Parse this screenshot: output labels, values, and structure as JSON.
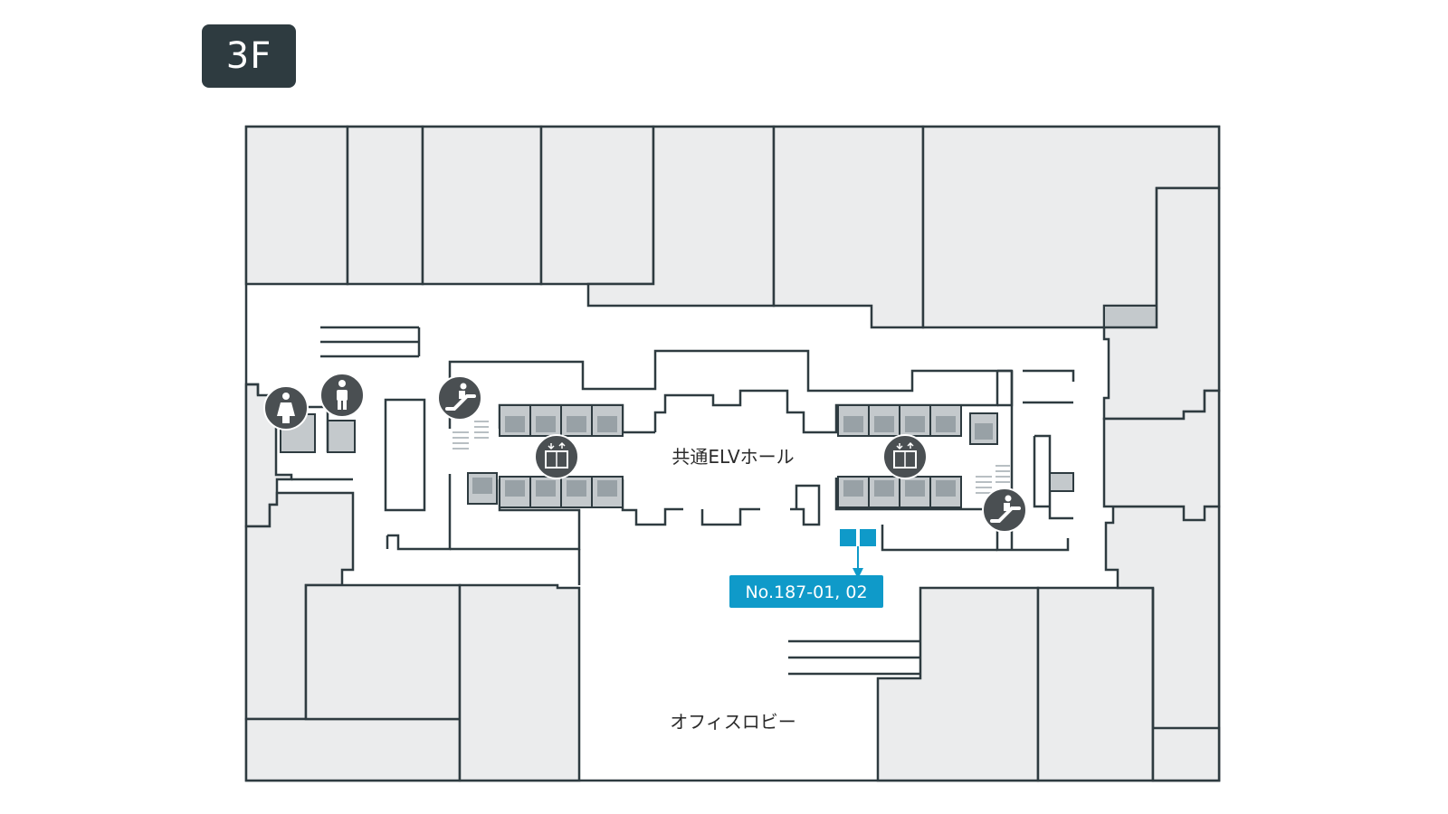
{
  "floor": {
    "label": "3F"
  },
  "areas": {
    "elevator_hall": "共通ELVホール",
    "office_lobby": "オフィスロビー"
  },
  "highlight": {
    "label": "No.187-01, 02",
    "color": "#0f9ac9"
  },
  "icons": {
    "restroom_female": "female-restroom-icon",
    "restroom_male": "male-restroom-icon",
    "escalator": "escalator-icon",
    "elevator": "elevator-icon"
  },
  "colors": {
    "badge": "#2e3b40",
    "wall": "#2e3b40",
    "tenant_fill": "#ebeced",
    "accent": "#0f9ac9"
  }
}
